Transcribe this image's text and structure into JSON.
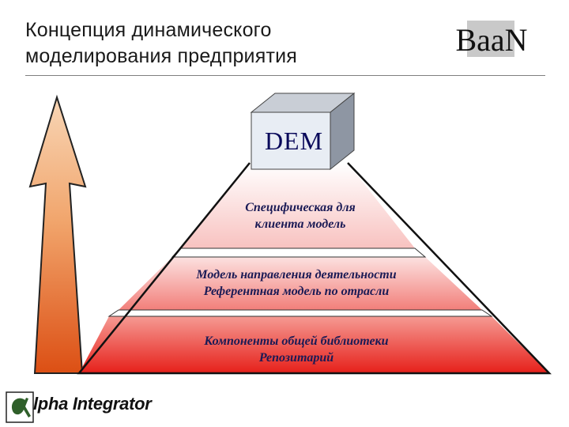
{
  "header": {
    "title_line1": "Концепция динамического",
    "title_line2": "моделирования предприятия",
    "logo_text": "BaaN"
  },
  "diagram": {
    "cube_label": "DEM",
    "tiers": [
      {
        "line1": "Специфическая для",
        "line2": "клиента модель"
      },
      {
        "line1": "Модель направления деятельности",
        "line2": "Референтная модель по отрасли"
      },
      {
        "line1": "Компоненты общей библиотеки",
        "line2": "Репозитарий"
      }
    ]
  },
  "footer": {
    "logo_text": "lpha Integrator"
  },
  "colors": {
    "arrow_gradient_start": "#f6c9a0",
    "arrow_gradient_end": "#e05a1e",
    "tier_top": "#fde3e3",
    "tier_bottom": "#e8201a",
    "cube_front": "#e9eef5",
    "title_text": "#1a1a1a",
    "tier_text": "#1a1a55"
  }
}
